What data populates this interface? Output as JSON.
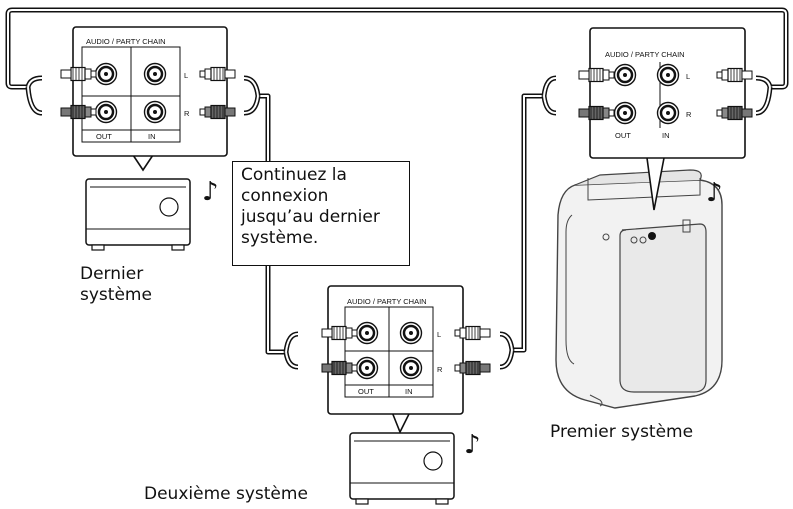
{
  "panel": {
    "header": "AUDIO / PARTY CHAIN",
    "left_label": "L",
    "right_label": "R",
    "out_label": "OUT",
    "in_label": "IN"
  },
  "callout": {
    "lines": [
      "Continuez la",
      "connexion",
      "jusqu’au dernier",
      "système."
    ]
  },
  "labels": {
    "last_system": [
      "Dernier",
      "système"
    ],
    "first_system": "Premier système",
    "second_system": "Deuxième système"
  },
  "icons": {
    "music_note": "♪"
  }
}
